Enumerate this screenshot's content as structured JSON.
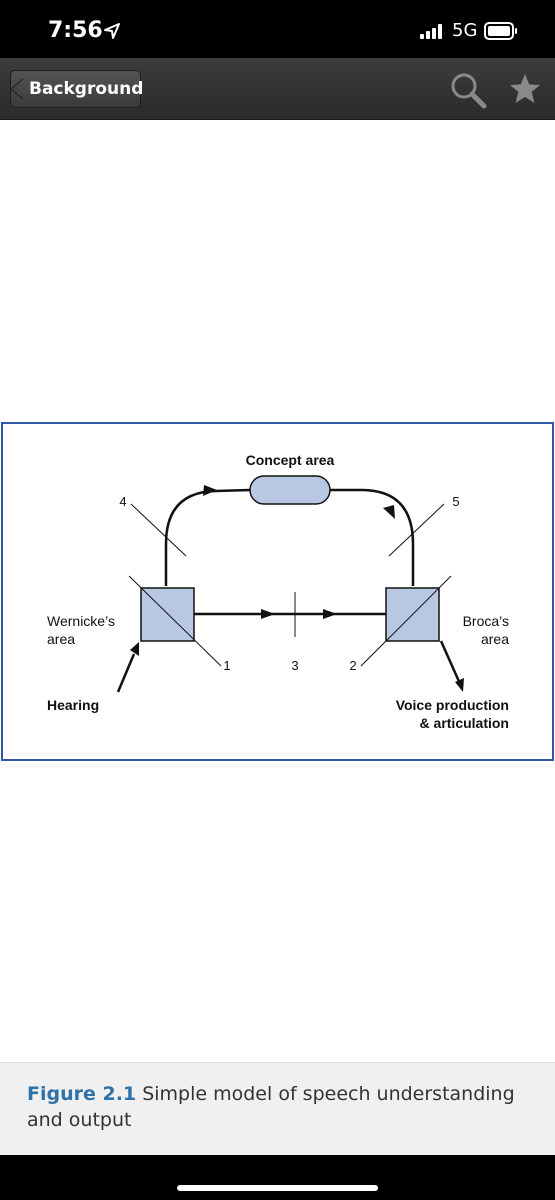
{
  "status_bar": {
    "time": "7:56",
    "network": "5G"
  },
  "nav": {
    "back_label": "Background"
  },
  "figure": {
    "concept_area": "Concept area",
    "wernicke_line1": "Wernicke’s",
    "wernicke_line2": "area",
    "broca_line1": "Broca’s",
    "broca_line2": "area",
    "hearing": "Hearing",
    "voice_line1": "Voice production",
    "voice_line2": "& articulation",
    "label_1": "1",
    "label_2": "2",
    "label_3": "3",
    "label_4": "4",
    "label_5": "5"
  },
  "caption": {
    "label": "Figure 2.1",
    "text": " Simple model of speech understanding and output"
  },
  "colors": {
    "figure_border": "#2f5aa8",
    "box_fill": "#b9c8e2",
    "caption_label": "#2e72a8"
  }
}
